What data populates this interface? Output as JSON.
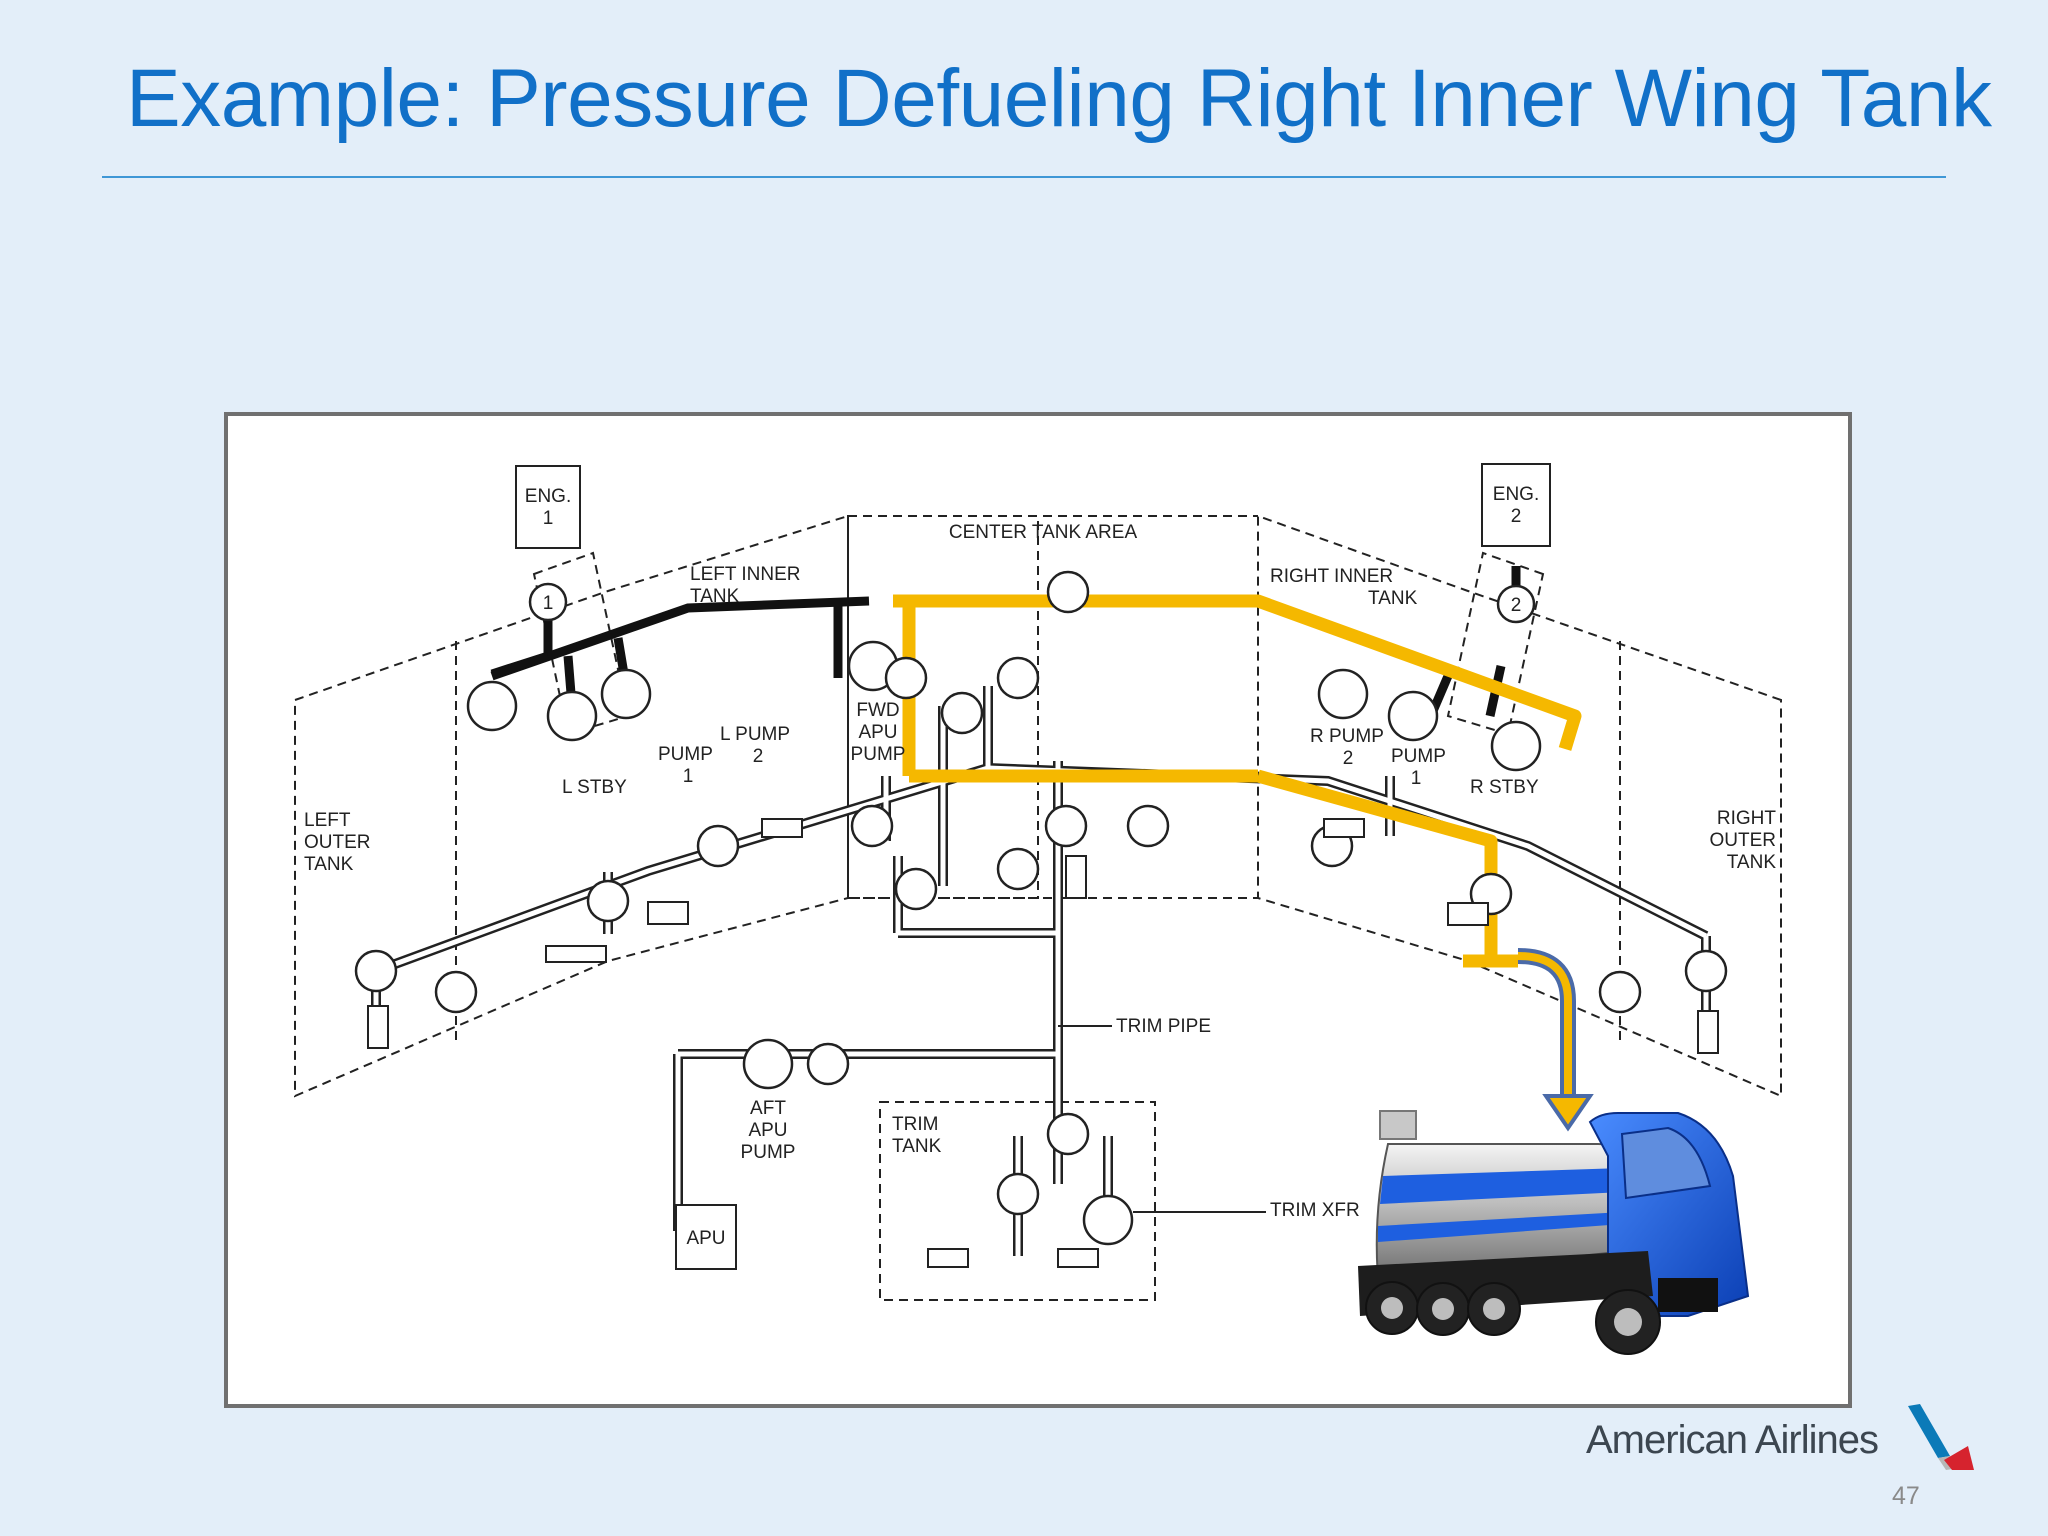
{
  "slide": {
    "title": "Example: Pressure Defueling Right Inner Wing Tank",
    "page_number": "47",
    "brand": "American Airlines"
  },
  "colors": {
    "background": "#e3eef9",
    "title": "#1170c8",
    "defuel_path": "#f5b800",
    "feed_line": "#111111",
    "truck_blue": "#1e5fe0",
    "arrow": "#4a6aa8"
  },
  "diagram": {
    "labels": {
      "eng1": [
        "ENG.",
        "1"
      ],
      "eng2": [
        "ENG.",
        "2"
      ],
      "center_tank_area": "CENTER TANK AREA",
      "left_inner_tank": [
        "LEFT INNER",
        "TANK"
      ],
      "right_inner_tank": [
        "RIGHT INNER",
        "TANK"
      ],
      "left_outer_tank": [
        "LEFT",
        "OUTER",
        "TANK"
      ],
      "right_outer_tank": [
        "RIGHT",
        "OUTER",
        "TANK"
      ],
      "l_stby": "L STBY",
      "r_stby": "R STBY",
      "pump1_left": [
        "PUMP",
        "1"
      ],
      "l_pump2": [
        "L PUMP",
        "2"
      ],
      "r_pump2": [
        "R PUMP",
        "2"
      ],
      "pump1_right": [
        "PUMP",
        "1"
      ],
      "fwd_apu_pump": [
        "FWD",
        "APU",
        "PUMP"
      ],
      "aft_apu_pump": [
        "AFT",
        "APU",
        "PUMP"
      ],
      "apu": "APU",
      "trim_pipe": "TRIM PIPE",
      "trim_tank": [
        "TRIM",
        "TANK"
      ],
      "trim_xfr": "TRIM XFR",
      "circle_1": "1",
      "circle_2": "2"
    }
  }
}
